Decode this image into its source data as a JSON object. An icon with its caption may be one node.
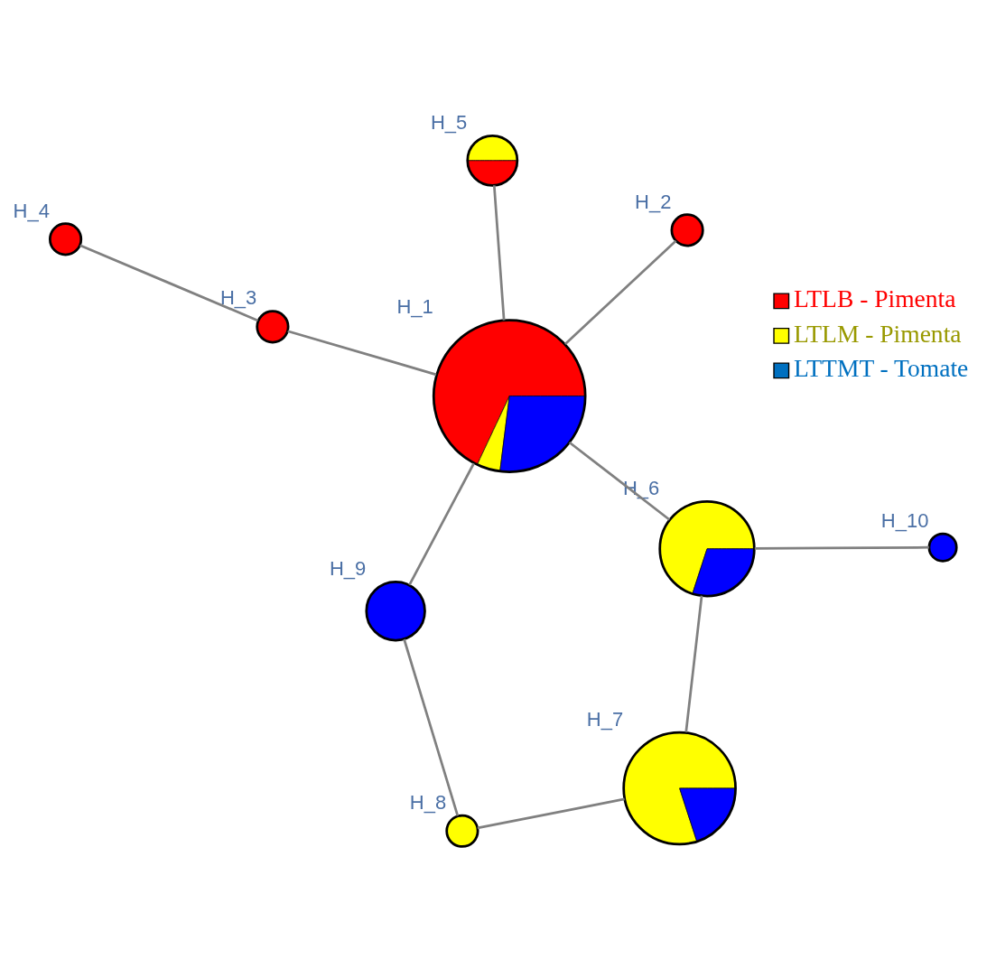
{
  "diagram": {
    "nodes": [
      {
        "text": [],
        "shape": "circle",
        "beside": [
          "H_1"
        ]
      },
      {
        "text": [],
        "shape": "circle",
        "beside": [
          "H_2"
        ]
      },
      {
        "text": [],
        "shape": "circle",
        "beside": [
          "H_3"
        ]
      },
      {
        "text": [],
        "shape": "circle",
        "beside": [
          "H_4"
        ]
      },
      {
        "text": [],
        "shape": "circle",
        "beside": [
          "H_5"
        ]
      },
      {
        "text": [],
        "shape": "circle",
        "beside": [
          "H_6"
        ]
      },
      {
        "text": [],
        "shape": "circle",
        "beside": [
          "H_7"
        ]
      },
      {
        "text": [],
        "shape": "circle",
        "beside": [
          "H_8"
        ]
      },
      {
        "text": [],
        "shape": "circle",
        "beside": [
          "H_9"
        ]
      },
      {
        "text": [],
        "shape": "circle",
        "beside": [
          "H_10"
        ]
      }
    ],
    "edges": [
      {
        "from": 3,
        "to": 2,
        "arrow": "none"
      },
      {
        "from": 2,
        "to": 0,
        "arrow": "none"
      },
      {
        "from": 0,
        "to": 8,
        "arrow": "none"
      },
      {
        "from": 8,
        "to": 7,
        "arrow": "none"
      },
      {
        "from": 7,
        "to": 6,
        "arrow": "none"
      },
      {
        "from": 6,
        "to": 5,
        "arrow": "none"
      },
      {
        "from": 5,
        "to": 0,
        "arrow": "none"
      },
      {
        "from": 5,
        "to": 9,
        "arrow": "none"
      },
      {
        "from": 0,
        "to": 4,
        "arrow": "none"
      },
      {
        "from": 0,
        "to": 1,
        "arrow": "none"
      }
    ],
    "legend": [
      {
        "text": "LTLB - Pimenta",
        "color": "#ff0000"
      },
      {
        "text": "LTLM - Pimenta",
        "color": "#ffff00"
      },
      {
        "text": "LTTMT - Tomate",
        "color": "#0070c0"
      }
    ]
  }
}
